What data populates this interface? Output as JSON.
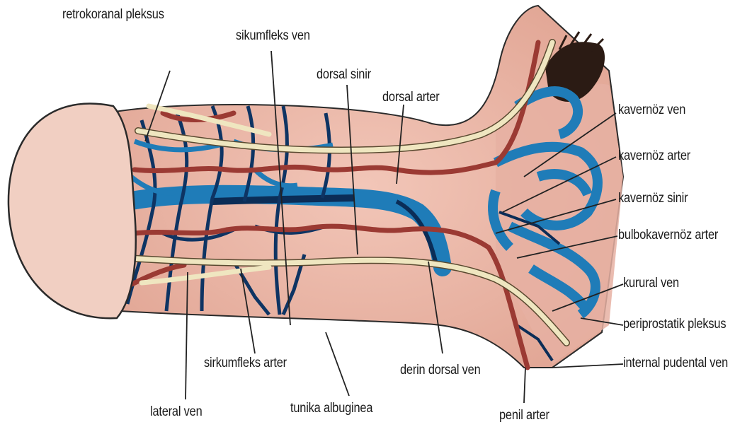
{
  "labels": {
    "retrokoronal_pleksus": "retrokoranal pleksus",
    "sirkumfleks_ven": "sikumfleks ven",
    "dorsal_sinir": "dorsal sinir",
    "dorsal_arter": "dorsal arter",
    "kavernoz_ven": "kavernöz ven",
    "kavernoz_arter": "kavernöz arter",
    "kavernoz_sinir": "kavernöz sinir",
    "bulbokavernoz_arter": "bulbokavernöz arter",
    "krural_ven": "kurural ven",
    "periprostatik_pleksus": "periprostatik pleksus",
    "internal_pudental_ven": "internal pudental ven",
    "derin_dorsal_ven": "derin dorsal ven",
    "penil_arter": "penil arter",
    "tunika_albuginea": "tunika albuginea",
    "lateral_ven": "lateral ven",
    "sirkumfleks_arter": "sirkumfleks arter"
  },
  "colors": {
    "skin": "#e9b6a8",
    "skin_shade": "#d89a8a",
    "glans": "#f1cfc2",
    "vein_blue": "#1f7cb8",
    "vein_dark": "#0b2d57",
    "artery_red": "#9b3a33",
    "nerve": "#efe6c0",
    "outline": "#2a2a2a",
    "hair": "#2b1b14"
  }
}
